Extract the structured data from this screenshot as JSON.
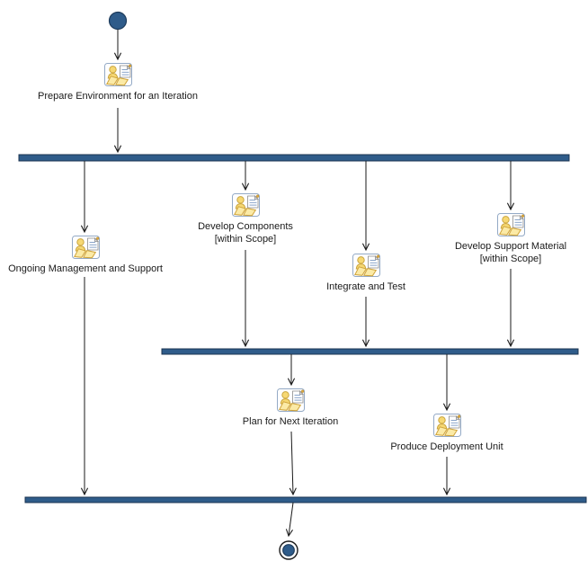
{
  "diagram": {
    "type": "activity-diagram",
    "colors": {
      "bar_fill": "#2f5c8a",
      "bar_stroke": "#1b3350",
      "node_fill": "#2f5c8a",
      "node_stroke": "#1e3c5c",
      "connector": "#1a1a1a",
      "label_text": "#1a1a1a",
      "icon_person_fill": "#f6d873",
      "icon_paper_fill": "#fbeaa6",
      "icon_outline": "#cfa43b"
    },
    "nodes": {
      "start": {
        "type": "initial-node"
      },
      "end": {
        "type": "final-node"
      }
    },
    "activities": [
      {
        "label": "Prepare Environment for an Iteration"
      },
      {
        "label": "Ongoing Management and Support"
      },
      {
        "label": "Develop Components\n[within Scope]"
      },
      {
        "label": "Integrate and Test"
      },
      {
        "label": "Develop Support Material\n[within Scope]"
      },
      {
        "label": "Plan for Next Iteration"
      },
      {
        "label": "Produce Deployment Unit"
      }
    ]
  }
}
